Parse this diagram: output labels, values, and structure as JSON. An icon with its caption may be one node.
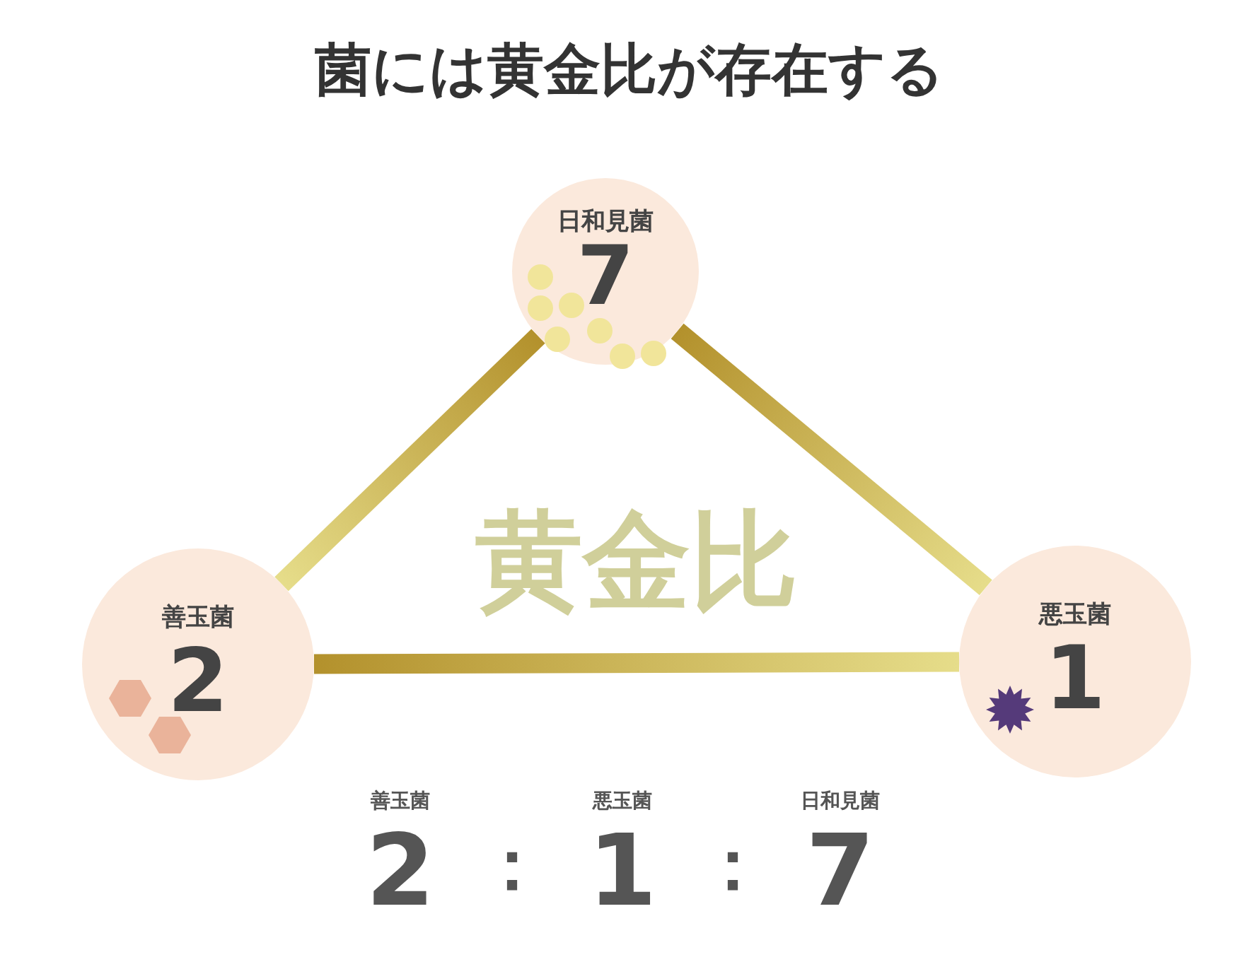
{
  "diagram": {
    "title": "菌には**黄金比**が存在する",
    "nodes": [
      {
        "text": [
          "日和見菌",
          "7"
        ]
      },
      {
        "text": [
          "善玉菌",
          "2"
        ]
      },
      {
        "text": [
          "悪玉菌",
          "1"
        ]
      }
    ],
    "edges": [
      {
        "from": 0,
        "to": 1,
        "arrow": "none"
      },
      {
        "from": 0,
        "to": 2,
        "arrow": "none"
      },
      {
        "from": 1,
        "to": 2,
        "arrow": "none"
      }
    ],
    "labels": [
      "黄金比",
      "善玉菌",
      "悪玉菌",
      "日和見菌",
      "2",
      "：",
      "1",
      "：",
      "7"
    ]
  }
}
